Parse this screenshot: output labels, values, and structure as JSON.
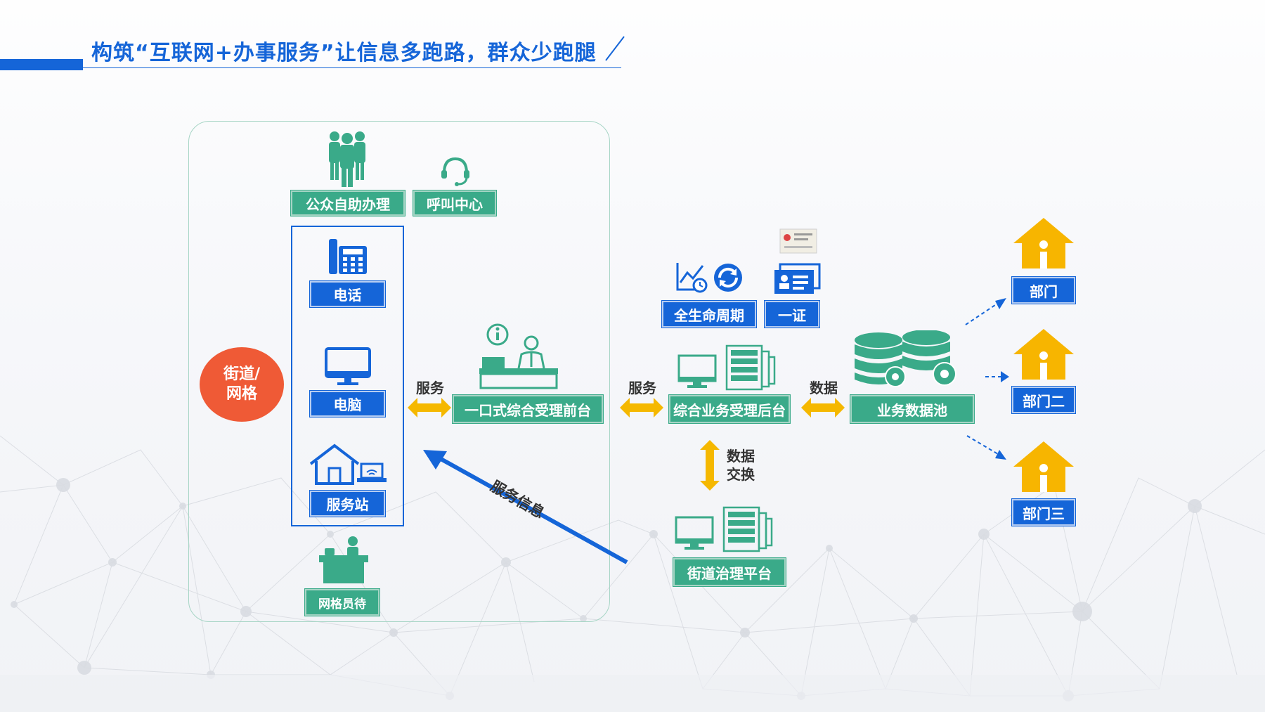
{
  "title": "构筑“互联网+办事服务”让信息多跑路，群众少跑腿",
  "colors": {
    "green": "#3aaa89",
    "blue": "#1565d8",
    "orange": "#ef5a36",
    "yellow": "#f5b800",
    "house": "#f7b500"
  },
  "left_group": {
    "public_self_service": "公众自助办理",
    "call_center": "呼叫中心",
    "phone": "电话",
    "computer": "电脑",
    "service_station": "服务站",
    "grid_staff": "网格员待",
    "street_grid_line1": "街道/",
    "street_grid_line2": "网格"
  },
  "center": {
    "front_desk": "一口式综合受理前台",
    "back_office": "综合业务受理后台",
    "lifecycle": "全生命周期",
    "one_id": "一证",
    "street_platform": "街道治理平台",
    "data_pool": "业务数据池"
  },
  "connectors": {
    "service_left": "服务",
    "service_right": "服务",
    "data": "数据",
    "exchange_line1": "数据",
    "exchange_line2": "交换",
    "service_info": "服务信息"
  },
  "departments": [
    "部门",
    "部门二",
    "部门三"
  ],
  "icons": [
    "people-icon",
    "headset-icon",
    "telephone-icon",
    "monitor-icon",
    "house-laptop-icon",
    "desk-staff-icon",
    "info-clerk-icon",
    "chart-clock-icon",
    "refresh-icon",
    "id-card-icon",
    "server-monitor-icon",
    "database-gear-icon",
    "department-house-icon"
  ]
}
